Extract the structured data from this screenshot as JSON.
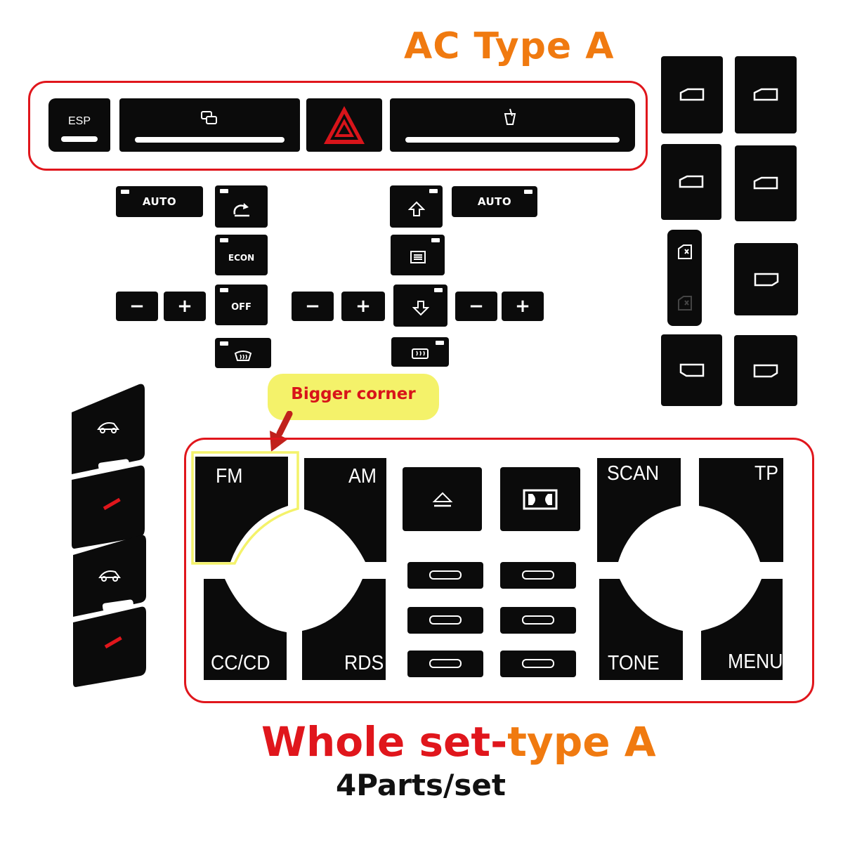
{
  "headings": {
    "ac_type": "AC Type A",
    "whole_set_part1": "Whole set-",
    "whole_set_part2": "type A",
    "parts": "4Parts/set",
    "callout": "Bigger corner"
  },
  "ac_strip": {
    "esp_label": "ESP"
  },
  "climate": {
    "auto_label": "AUTO",
    "econ_label": "ECON",
    "off_label": "OFF",
    "minus": "−",
    "plus": "+"
  },
  "radio": {
    "fm": "FM",
    "am": "AM",
    "scan": "SCAN",
    "tp": "TP",
    "cc_cd": "CC/CD",
    "rds": "RDS",
    "tone": "TONE",
    "menu": "MENU"
  },
  "colors": {
    "frame_red": "#e0161c",
    "orange": "#f07a10",
    "title_red": "#e0161c",
    "callout_yellow": "#f4f26a",
    "hazard_red": "#d8141a",
    "key_black": "#0b0b0b"
  },
  "icons": [
    "recirculation-icon",
    "seat-heat-icon",
    "hazard-icon",
    "cup-holder-icon",
    "window-icon",
    "child-lock-icon",
    "mirror-icon",
    "defrost-icon",
    "eject-icon",
    "dolby-icon",
    "convertible-roof-icon"
  ]
}
